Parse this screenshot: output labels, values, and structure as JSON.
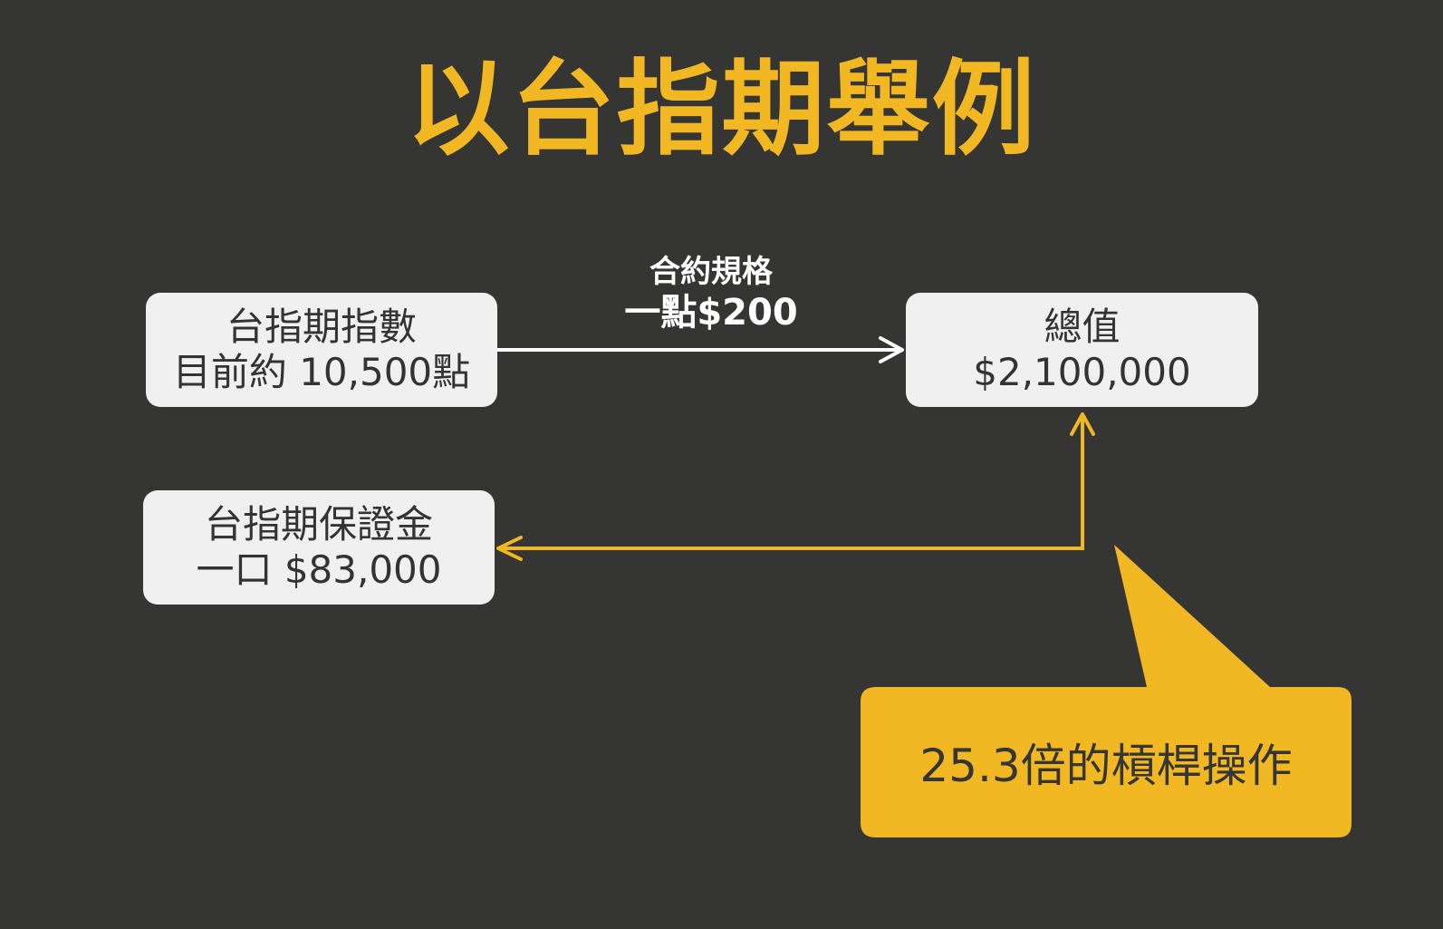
{
  "title": "以台指期舉例",
  "colors": {
    "background": "#353533",
    "accent": "#f2b823",
    "box": "#f0f0f0",
    "text_dark": "#333333",
    "arrow_white": "#ffffff"
  },
  "nodes": {
    "index": {
      "line1": "台指期指數",
      "line2": "目前約 10,500點"
    },
    "total": {
      "line1": "總值",
      "line2": "$2,100,000"
    },
    "margin": {
      "line1": "台指期保證金",
      "line2": "一口 $83,000"
    }
  },
  "edge_label": {
    "line1": "合約規格",
    "line2": "一點$200"
  },
  "callout": {
    "text": "25.3倍的槓桿操作"
  }
}
